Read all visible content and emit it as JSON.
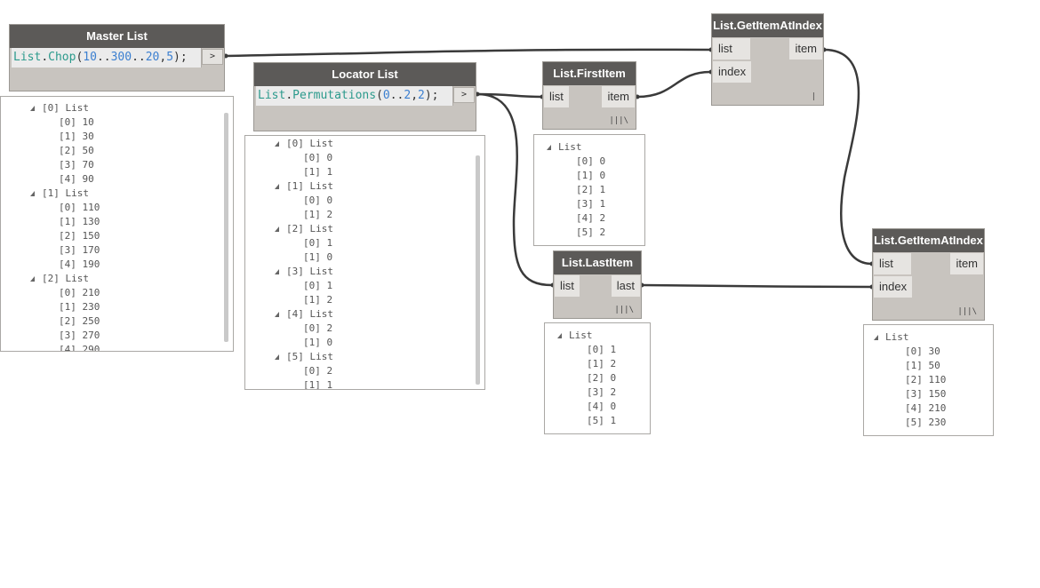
{
  "nodes": {
    "master": {
      "title": "Master List",
      "code": {
        "p1": "List",
        "p2": ".",
        "p3": "Chop",
        "p4": "(",
        "p5": "10",
        "p6": "..",
        "p7": "300",
        "p8": "..",
        "p9": "20",
        "p10": ",",
        "p11": "5",
        "p12": ");"
      },
      "arrow": ">"
    },
    "locator": {
      "title": "Locator List",
      "code": {
        "p1": "List",
        "p2": ".",
        "p3": "Permutations",
        "p4": "(",
        "p5": "0",
        "p6": "..",
        "p7": "2",
        "p8": ",",
        "p9": "2",
        "p10": ");"
      },
      "arrow": ">"
    },
    "first_item": {
      "title": "List.FirstItem",
      "in": "list",
      "out": "item",
      "lacing": "|||\\"
    },
    "last_item": {
      "title": "List.LastItem",
      "in": "list",
      "out": "last",
      "lacing": "|||\\"
    },
    "get1": {
      "title": "List.GetItemAtIndex",
      "in1": "list",
      "in2": "index",
      "out": "item",
      "lacing": "|"
    },
    "get2": {
      "title": "List.GetItemAtIndex",
      "in1": "list",
      "in2": "index",
      "out": "item",
      "lacing": "|||\\"
    }
  },
  "previews": {
    "master": {
      "lines": [
        {
          "t": "[0] List",
          "d": 1,
          "h": true
        },
        {
          "t": "[0] 10",
          "d": 2
        },
        {
          "t": "[1] 30",
          "d": 2
        },
        {
          "t": "[2] 50",
          "d": 2
        },
        {
          "t": "[3] 70",
          "d": 2
        },
        {
          "t": "[4] 90",
          "d": 2
        },
        {
          "t": "[1] List",
          "d": 1,
          "h": true
        },
        {
          "t": "[0] 110",
          "d": 2
        },
        {
          "t": "[1] 130",
          "d": 2
        },
        {
          "t": "[2] 150",
          "d": 2
        },
        {
          "t": "[3] 170",
          "d": 2
        },
        {
          "t": "[4] 190",
          "d": 2
        },
        {
          "t": "[2] List",
          "d": 1,
          "h": true
        },
        {
          "t": "[0] 210",
          "d": 2
        },
        {
          "t": "[1] 230",
          "d": 2
        },
        {
          "t": "[2] 250",
          "d": 2
        },
        {
          "t": "[3] 270",
          "d": 2
        },
        {
          "t": "[4] 290",
          "d": 2
        }
      ]
    },
    "locator": {
      "lines": [
        {
          "t": "[0] List",
          "d": 1,
          "h": true
        },
        {
          "t": "[0] 0",
          "d": 2
        },
        {
          "t": "[1] 1",
          "d": 2
        },
        {
          "t": "[1] List",
          "d": 1,
          "h": true
        },
        {
          "t": "[0] 0",
          "d": 2
        },
        {
          "t": "[1] 2",
          "d": 2
        },
        {
          "t": "[2] List",
          "d": 1,
          "h": true
        },
        {
          "t": "[0] 1",
          "d": 2
        },
        {
          "t": "[1] 0",
          "d": 2
        },
        {
          "t": "[3] List",
          "d": 1,
          "h": true
        },
        {
          "t": "[0] 1",
          "d": 2
        },
        {
          "t": "[1] 2",
          "d": 2
        },
        {
          "t": "[4] List",
          "d": 1,
          "h": true
        },
        {
          "t": "[0] 2",
          "d": 2
        },
        {
          "t": "[1] 0",
          "d": 2
        },
        {
          "t": "[5] List",
          "d": 1,
          "h": true
        },
        {
          "t": "[0] 2",
          "d": 2
        },
        {
          "t": "[1] 1",
          "d": 2
        }
      ]
    },
    "first_item": {
      "lines": [
        {
          "t": "List",
          "d": 0,
          "h": true
        },
        {
          "t": "[0] 0",
          "d": 1
        },
        {
          "t": "[1] 0",
          "d": 1
        },
        {
          "t": "[2] 1",
          "d": 1
        },
        {
          "t": "[3] 1",
          "d": 1
        },
        {
          "t": "[4] 2",
          "d": 1
        },
        {
          "t": "[5] 2",
          "d": 1
        }
      ]
    },
    "last_item": {
      "lines": [
        {
          "t": "List",
          "d": 0,
          "h": true
        },
        {
          "t": "[0] 1",
          "d": 1
        },
        {
          "t": "[1] 2",
          "d": 1
        },
        {
          "t": "[2] 0",
          "d": 1
        },
        {
          "t": "[3] 2",
          "d": 1
        },
        {
          "t": "[4] 0",
          "d": 1
        },
        {
          "t": "[5] 1",
          "d": 1
        }
      ]
    },
    "get2": {
      "lines": [
        {
          "t": "List",
          "d": 0,
          "h": true
        },
        {
          "t": "[0] 30",
          "d": 1
        },
        {
          "t": "[1] 50",
          "d": 1
        },
        {
          "t": "[2] 110",
          "d": 1
        },
        {
          "t": "[3] 150",
          "d": 1
        },
        {
          "t": "[4] 210",
          "d": 1
        },
        {
          "t": "[5] 230",
          "d": 1
        }
      ]
    }
  },
  "colors": {
    "node_header": "#5c5a58",
    "node_body": "#c8c4bf",
    "wire": "#3a3a3a",
    "code_keyword": "#2b9a8c",
    "code_number": "#3b7fd0"
  }
}
